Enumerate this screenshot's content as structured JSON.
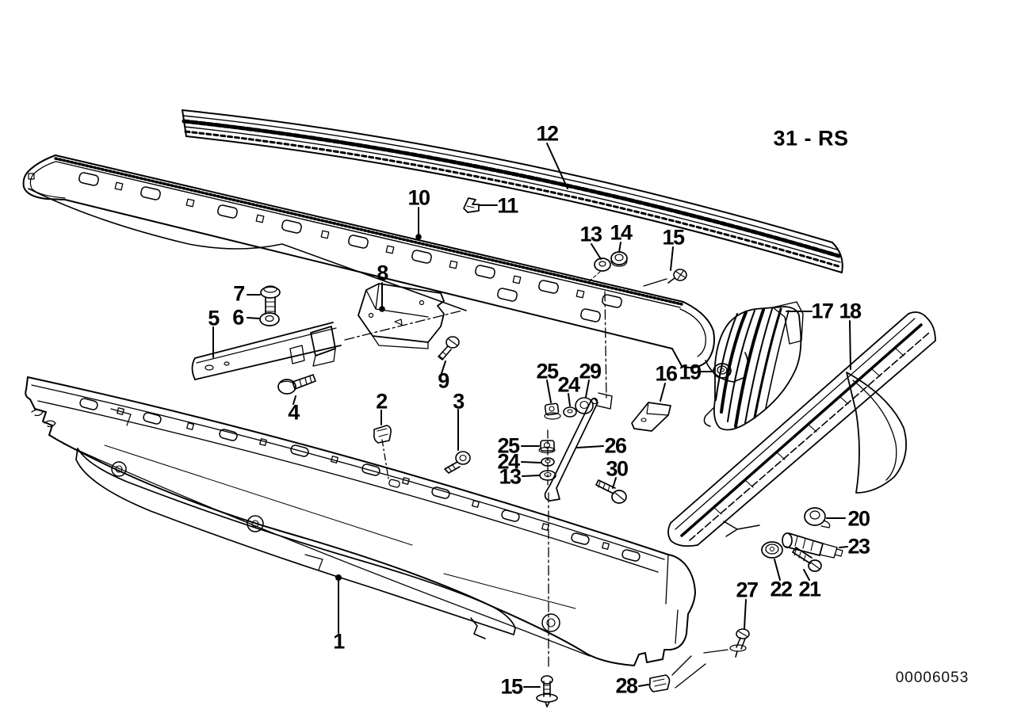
{
  "diagram": {
    "series_code": "31 - RS",
    "doc_number": "00006053",
    "callouts": [
      {
        "key": "12",
        "label": "12"
      },
      {
        "key": "10",
        "label": "10"
      },
      {
        "key": "11",
        "label": "11"
      },
      {
        "key": "13-top",
        "label": "13"
      },
      {
        "key": "14",
        "label": "14"
      },
      {
        "key": "15-top",
        "label": "15"
      },
      {
        "key": "7",
        "label": "7"
      },
      {
        "key": "6",
        "label": "6"
      },
      {
        "key": "5",
        "label": "5"
      },
      {
        "key": "8",
        "label": "8"
      },
      {
        "key": "9",
        "label": "9"
      },
      {
        "key": "4",
        "label": "4"
      },
      {
        "key": "2",
        "label": "2"
      },
      {
        "key": "3",
        "label": "3"
      },
      {
        "key": "25-upper",
        "label": "25"
      },
      {
        "key": "24-upper",
        "label": "24"
      },
      {
        "key": "29",
        "label": "29"
      },
      {
        "key": "16",
        "label": "16"
      },
      {
        "key": "19",
        "label": "19"
      },
      {
        "key": "17",
        "label": "17"
      },
      {
        "key": "18",
        "label": "18"
      },
      {
        "key": "25-left",
        "label": "25"
      },
      {
        "key": "24-left",
        "label": "24"
      },
      {
        "key": "13-left",
        "label": "13"
      },
      {
        "key": "26",
        "label": "26"
      },
      {
        "key": "30",
        "label": "30"
      },
      {
        "key": "20",
        "label": "20"
      },
      {
        "key": "23",
        "label": "23"
      },
      {
        "key": "22",
        "label": "22"
      },
      {
        "key": "21",
        "label": "21"
      },
      {
        "key": "27",
        "label": "27"
      },
      {
        "key": "1",
        "label": "1"
      },
      {
        "key": "15-bottom",
        "label": "15"
      },
      {
        "key": "28",
        "label": "28"
      }
    ]
  }
}
